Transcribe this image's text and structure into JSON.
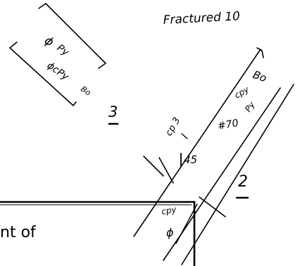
{
  "heading": "Fractured 10",
  "upper_left_labels": {
    "phi": "ϕ",
    "py": "Py",
    "phi_cpy": "ϕcPy",
    "bo": "Bo"
  },
  "region_3": "3",
  "band_labels": {
    "bo": "Bo",
    "cpy": "cpy",
    "py": "Py",
    "hash_70": "#70",
    "cp_3": "cp 3",
    "dim_45": "45"
  },
  "region_2": "2",
  "corner_labels": {
    "cpy": "cpy",
    "phi": "ϕ"
  },
  "footer_text": "nt of"
}
